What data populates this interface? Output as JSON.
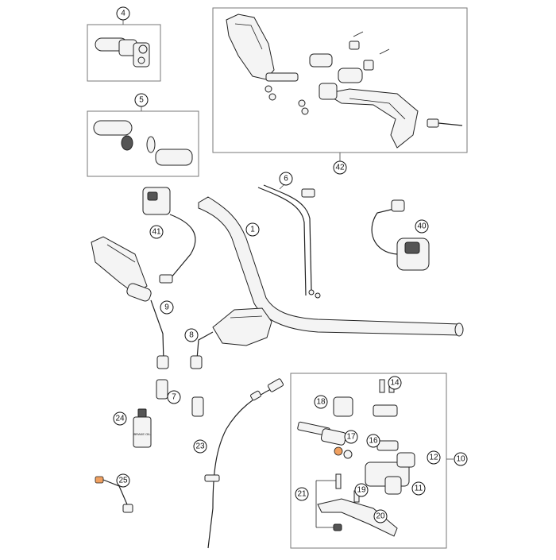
{
  "callouts": {
    "c1": "1",
    "c4": "4",
    "c5": "5",
    "c6": "6",
    "c7": "7",
    "c8": "8",
    "c9": "9",
    "c10": "10",
    "c11": "11",
    "c12": "12",
    "c14": "14",
    "c16": "16",
    "c17": "17",
    "c18": "18",
    "c19": "19",
    "c20": "20",
    "c21": "21",
    "c23": "23",
    "c24": "24",
    "c25": "25",
    "c40": "40",
    "c41": "41",
    "c42": "42"
  },
  "bottle_label": "BRAKE OIL"
}
